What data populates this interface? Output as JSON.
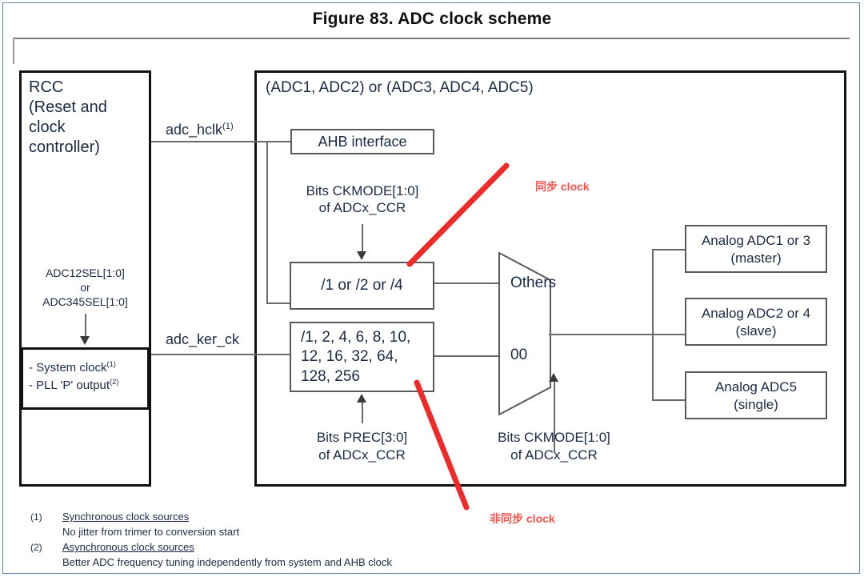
{
  "figure": {
    "title": "Figure 83. ADC clock scheme"
  },
  "rcc": {
    "title_line1": "RCC",
    "title_line2": "(Reset and",
    "title_line3": "clock",
    "title_line4": "controller)",
    "sel_line1": "ADC12SEL[1:0]",
    "sel_line2": "or",
    "sel_line3": "ADC345SEL[1:0]",
    "source_line1": "- System clock",
    "source_line1_sup": "(1)",
    "source_line2": "- PLL 'P' output",
    "source_line2_sup": "(2)"
  },
  "signals": {
    "adc_hclk": "adc_hclk",
    "adc_hclk_sup": "(1)",
    "adc_ker_ck": "adc_ker_ck"
  },
  "adc_block": {
    "header": "(ADC1, ADC2) or (ADC3, ADC4, ADC5)",
    "ahb_interface": "AHB interface",
    "ckmode_top_line1": "Bits CKMODE[1:0]",
    "ckmode_top_line2": "of ADCx_CCR",
    "divider_sync": "/1 or /2 or /4",
    "divider_async_line1": "/1, 2, 4, 6, 8, 10,",
    "divider_async_line2": "12, 16, 32, 64,",
    "divider_async_line3": "128, 256",
    "mux_input_others": "Others",
    "mux_input_zero": "00",
    "prec_line1": "Bits PREC[3:0]",
    "prec_line2": "of ADCx_CCR",
    "ckmode_bottom_line1": "Bits CKMODE[1:0]",
    "ckmode_bottom_line2": "of ADCx_CCR"
  },
  "analog": [
    {
      "line1": "Analog ADC1 or 3",
      "line2": "(master)"
    },
    {
      "line1": "Analog ADC2 or 4",
      "line2": "(slave)"
    },
    {
      "line1": "Analog ADC5",
      "line2": "(single)"
    }
  ],
  "annotations": {
    "sync_clock": "同步 clock",
    "async_clock": "非同步 clock"
  },
  "footnotes": [
    {
      "num": "(1)",
      "head": "Synchronous clock sources",
      "body": "No jitter from trimer to conversion start"
    },
    {
      "num": "(2)",
      "head": "Asynchronous clock sources",
      "body": "Better ADC frequency tuning independently from system and AHB clock"
    }
  ],
  "colors": {
    "page_frame": "#5d87a1",
    "annotation_red": "#f4534e",
    "line_gray": "#6a6a6a",
    "box_black": "#111111",
    "text_navy": "#1b2a44"
  }
}
